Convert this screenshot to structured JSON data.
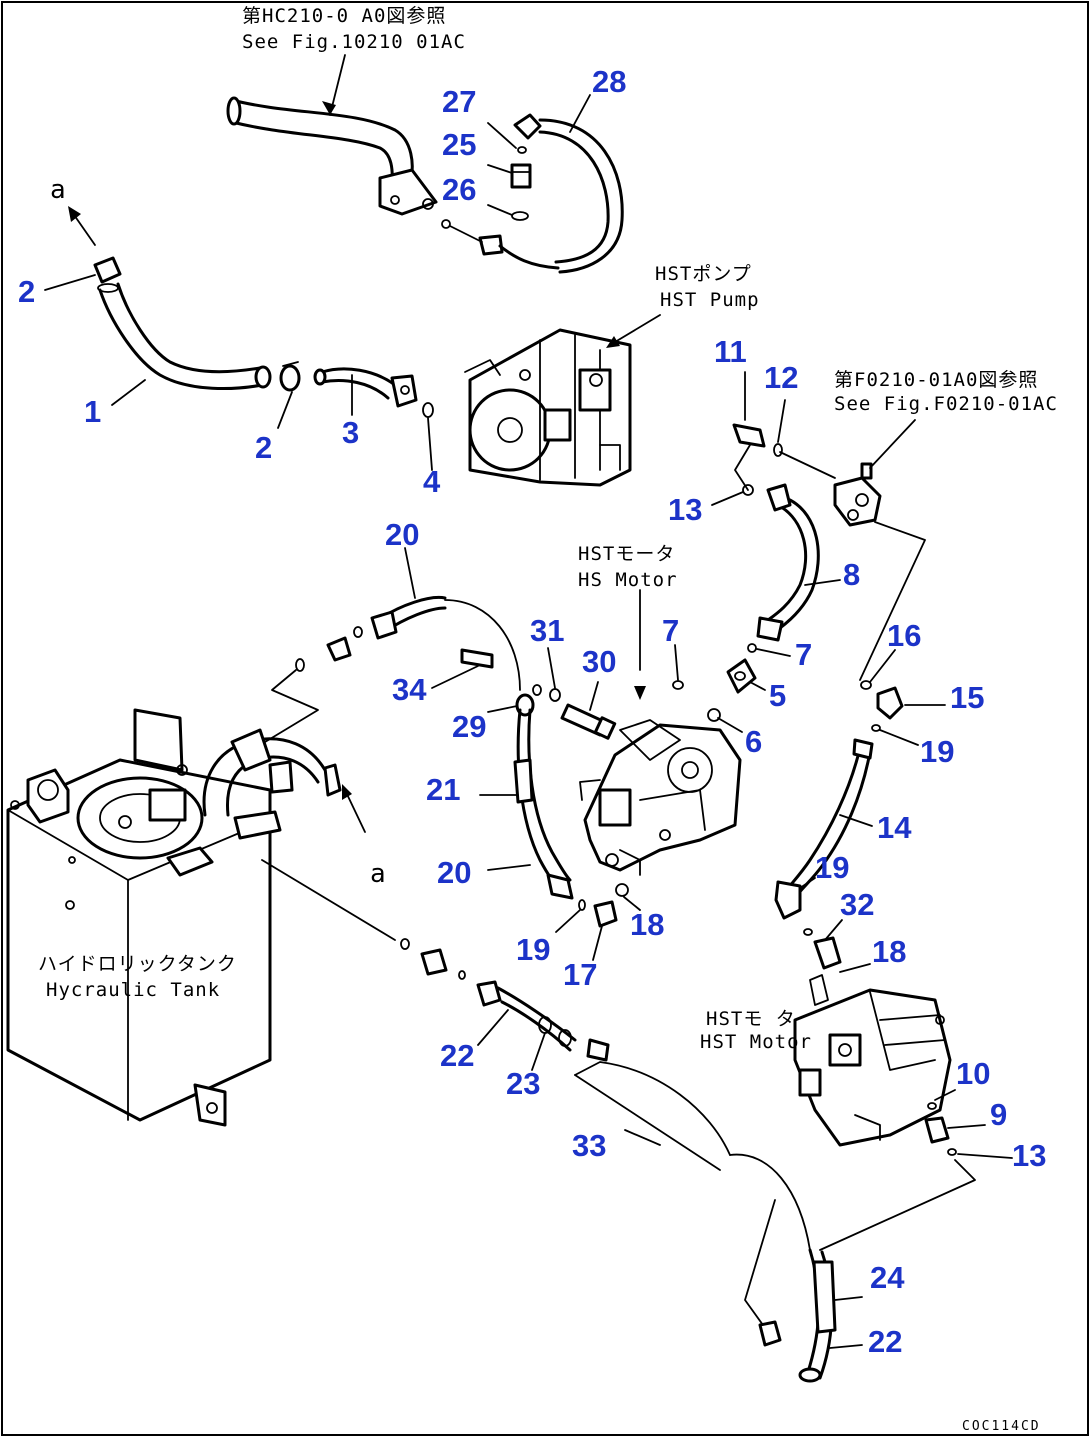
{
  "labels": {
    "ref_top_jp": "第HC210-0 A0図参照",
    "ref_top_en": "See Fig.10210 01AC",
    "ref_right_jp": "第F0210-01A0図参照",
    "ref_right_en": "See Fig.F0210-01AC",
    "pump_jp": "HSTポンプ",
    "pump_en": "HST Pump",
    "motor1_jp": "HSTモータ",
    "motor1_en": "HS  Motor",
    "motor2_jp": "HSTモ  タ",
    "motor2_en": "HST Motor",
    "tank_jp": "ハイドロリックタンク",
    "tank_en": "Hycraulic Tank",
    "arrow_a_top": "a",
    "arrow_a_mid": "a",
    "drawing_code": "COC114CD"
  },
  "callouts": [
    {
      "id": "c27",
      "text": "27"
    },
    {
      "id": "c28",
      "text": "28"
    },
    {
      "id": "c25",
      "text": "25"
    },
    {
      "id": "c26",
      "text": "26"
    },
    {
      "id": "c2a",
      "text": "2"
    },
    {
      "id": "c1",
      "text": "1"
    },
    {
      "id": "c2b",
      "text": "2"
    },
    {
      "id": "c3",
      "text": "3"
    },
    {
      "id": "c4",
      "text": "4"
    },
    {
      "id": "c11",
      "text": "11"
    },
    {
      "id": "c12",
      "text": "12"
    },
    {
      "id": "c13a",
      "text": "13"
    },
    {
      "id": "c8",
      "text": "8"
    },
    {
      "id": "c20a",
      "text": "20"
    },
    {
      "id": "c31",
      "text": "31"
    },
    {
      "id": "c30",
      "text": "30"
    },
    {
      "id": "c7a",
      "text": "7"
    },
    {
      "id": "c7b",
      "text": "7"
    },
    {
      "id": "c16",
      "text": "16"
    },
    {
      "id": "c5",
      "text": "5"
    },
    {
      "id": "c15",
      "text": "15"
    },
    {
      "id": "c34",
      "text": "34"
    },
    {
      "id": "c29",
      "text": "29"
    },
    {
      "id": "c6",
      "text": "6"
    },
    {
      "id": "c19a",
      "text": "19"
    },
    {
      "id": "c21",
      "text": "21"
    },
    {
      "id": "c14",
      "text": "14"
    },
    {
      "id": "c20b",
      "text": "20"
    },
    {
      "id": "c19b",
      "text": "19"
    },
    {
      "id": "c32",
      "text": "32"
    },
    {
      "id": "c18a",
      "text": "18"
    },
    {
      "id": "c19c",
      "text": "19"
    },
    {
      "id": "c18b",
      "text": "18"
    },
    {
      "id": "c17",
      "text": "17"
    },
    {
      "id": "c22a",
      "text": "22"
    },
    {
      "id": "c23",
      "text": "23"
    },
    {
      "id": "c10",
      "text": "10"
    },
    {
      "id": "c9",
      "text": "9"
    },
    {
      "id": "c33",
      "text": "33"
    },
    {
      "id": "c13b",
      "text": "13"
    },
    {
      "id": "c24",
      "text": "24"
    },
    {
      "id": "c22b",
      "text": "22"
    }
  ]
}
